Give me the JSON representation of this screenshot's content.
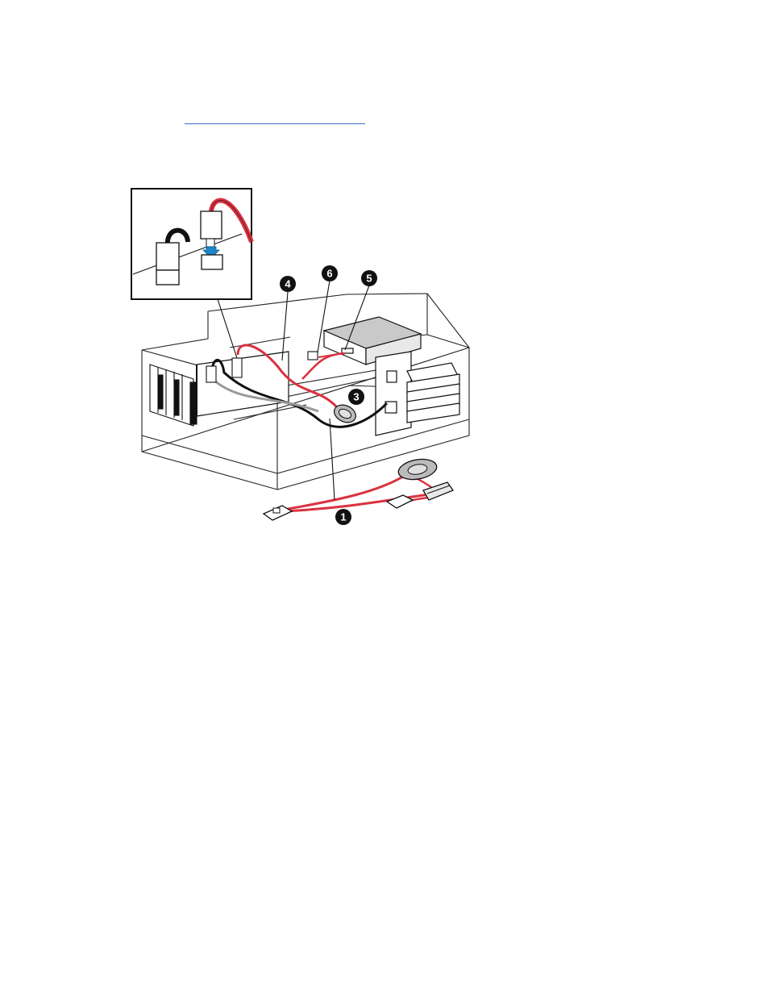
{
  "link": {
    "text": ""
  },
  "callouts": [
    {
      "id": "c1",
      "label": "1"
    },
    {
      "id": "c3",
      "label": "3"
    },
    {
      "id": "c4",
      "label": "4"
    },
    {
      "id": "c5",
      "label": "5"
    },
    {
      "id": "c6",
      "label": "6"
    }
  ],
  "colors": {
    "cable_red": "#d9323f",
    "cable_black": "#111111",
    "cable_gray": "#9a9a9a",
    "arrow_blue": "#1e86c8",
    "link_blue": "#3a6fd8"
  }
}
